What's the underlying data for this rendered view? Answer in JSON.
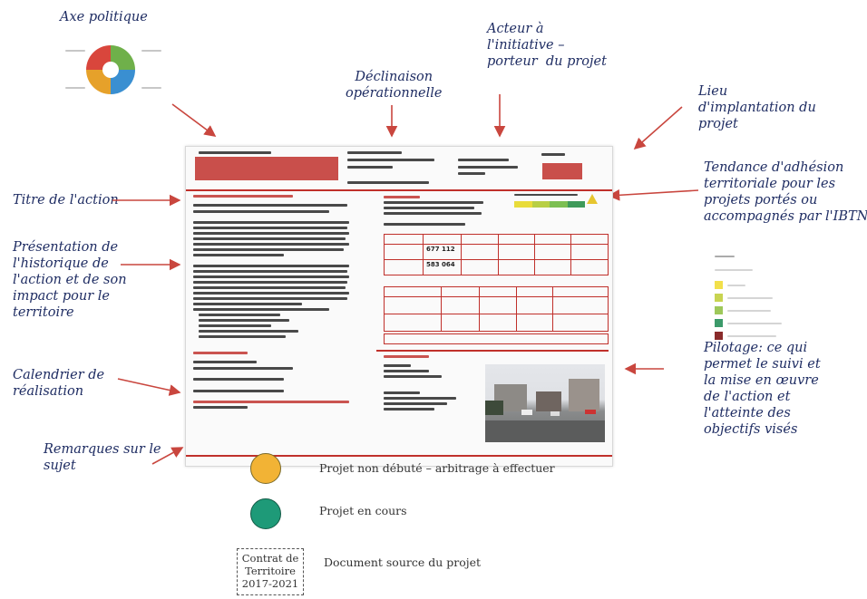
{
  "labels": {
    "axe_politique": "Axe politique",
    "declinaison": "Déclinaison\nopérationnelle",
    "acteur": "Acteur à\nl'initiative –\nporteur  du projet",
    "lieu": "Lieu\nd'implantation du\nprojet",
    "titre_action": "Titre de l'action",
    "tendance": "Tendance d'adhésion\nterritoriale pour les\nprojets portés ou\naccompagnés par l'IBTN",
    "presentation": "Présentation de\nl'historique de\nl'action et de son\nimpact pour le\nterritoire",
    "calendrier": "Calendrier de\nréalisation",
    "remarques": "Remarques sur le\nsujet",
    "pilotage": "Pilotage: ce qui\npermet le suivi et\nla mise en œuvre\nde l'action et\nl'atteinte des\nobjectifs visés"
  },
  "legend": {
    "non_debute": "Projet non débuté – arbitrage à effectuer",
    "en_cours": "Projet en cours",
    "source": "Document source du projet",
    "source_box": "Contrat de\nTerritoire\n2017-2021",
    "color_yellow": "#f2b335",
    "color_green": "#1e9a78"
  },
  "document": {
    "amounts": [
      "677 112",
      "583 064"
    ]
  }
}
